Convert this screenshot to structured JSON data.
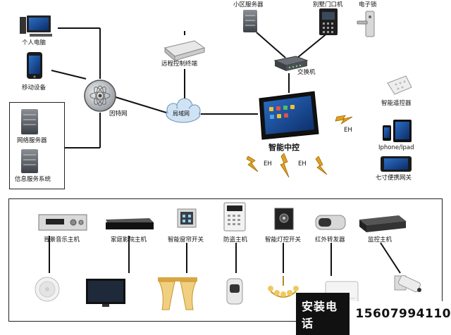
{
  "labels": {
    "pc": "个人电脑",
    "mobile": "移动设备",
    "internet": "因特网",
    "net_server": "网络服务器",
    "info_system": "信息服务系统",
    "remote": "远程控制终端",
    "lan": "局域网",
    "community_server": "小区服务器",
    "villa_door": "别墅门口机",
    "e_lock": "电子锁",
    "switch": "交换机",
    "smart_remote": "智能遥控器",
    "iphone_ipad": "Iphone/Ipad",
    "gateway": "七寸便携网关",
    "center": "智能中控",
    "eh1": "EH",
    "eh2": "EH",
    "eh3": "EH"
  },
  "devices": [
    {
      "label": "背景音乐主机"
    },
    {
      "label": "家庭影院主机"
    },
    {
      "label": "智能窗帘开关"
    },
    {
      "label": "防盗主机"
    },
    {
      "label": "智能灯控开关"
    },
    {
      "label": "红外转发器"
    },
    {
      "label": "监控主机"
    }
  ],
  "banner": {
    "tag": "安装电话",
    "phone": "15607994110"
  }
}
